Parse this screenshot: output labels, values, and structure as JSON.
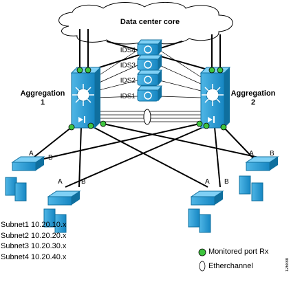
{
  "core": {
    "label": "Data center core"
  },
  "ids": [
    {
      "label": "IDS4"
    },
    {
      "label": "IDS3"
    },
    {
      "label": "IDS2"
    },
    {
      "label": "IDS1"
    }
  ],
  "aggregation": [
    {
      "line1": "Aggregation",
      "line2": "1"
    },
    {
      "line1": "Aggregation",
      "line2": "2"
    }
  ],
  "access_ports": [
    {
      "a": "A",
      "b": "B"
    },
    {
      "a": "A",
      "b": "B"
    },
    {
      "a": "A",
      "b": "B"
    },
    {
      "a": "A",
      "b": "B"
    }
  ],
  "subnets": [
    "Subnet1 10.20.10.x",
    "Subnet2 10.20.20.x",
    "Subnet3 10.20.30.x",
    "Subnet4 10.20.40.x"
  ],
  "legend": {
    "monitored_port": "Monitored port Rx",
    "etherchannel": "Etherchannel"
  },
  "figure_id": "126888",
  "colors": {
    "device_blue": "#1b9ad6",
    "device_dark": "#0f6f9e",
    "port_green": "#3ec43e",
    "cloud_fill": "#ffffff"
  }
}
